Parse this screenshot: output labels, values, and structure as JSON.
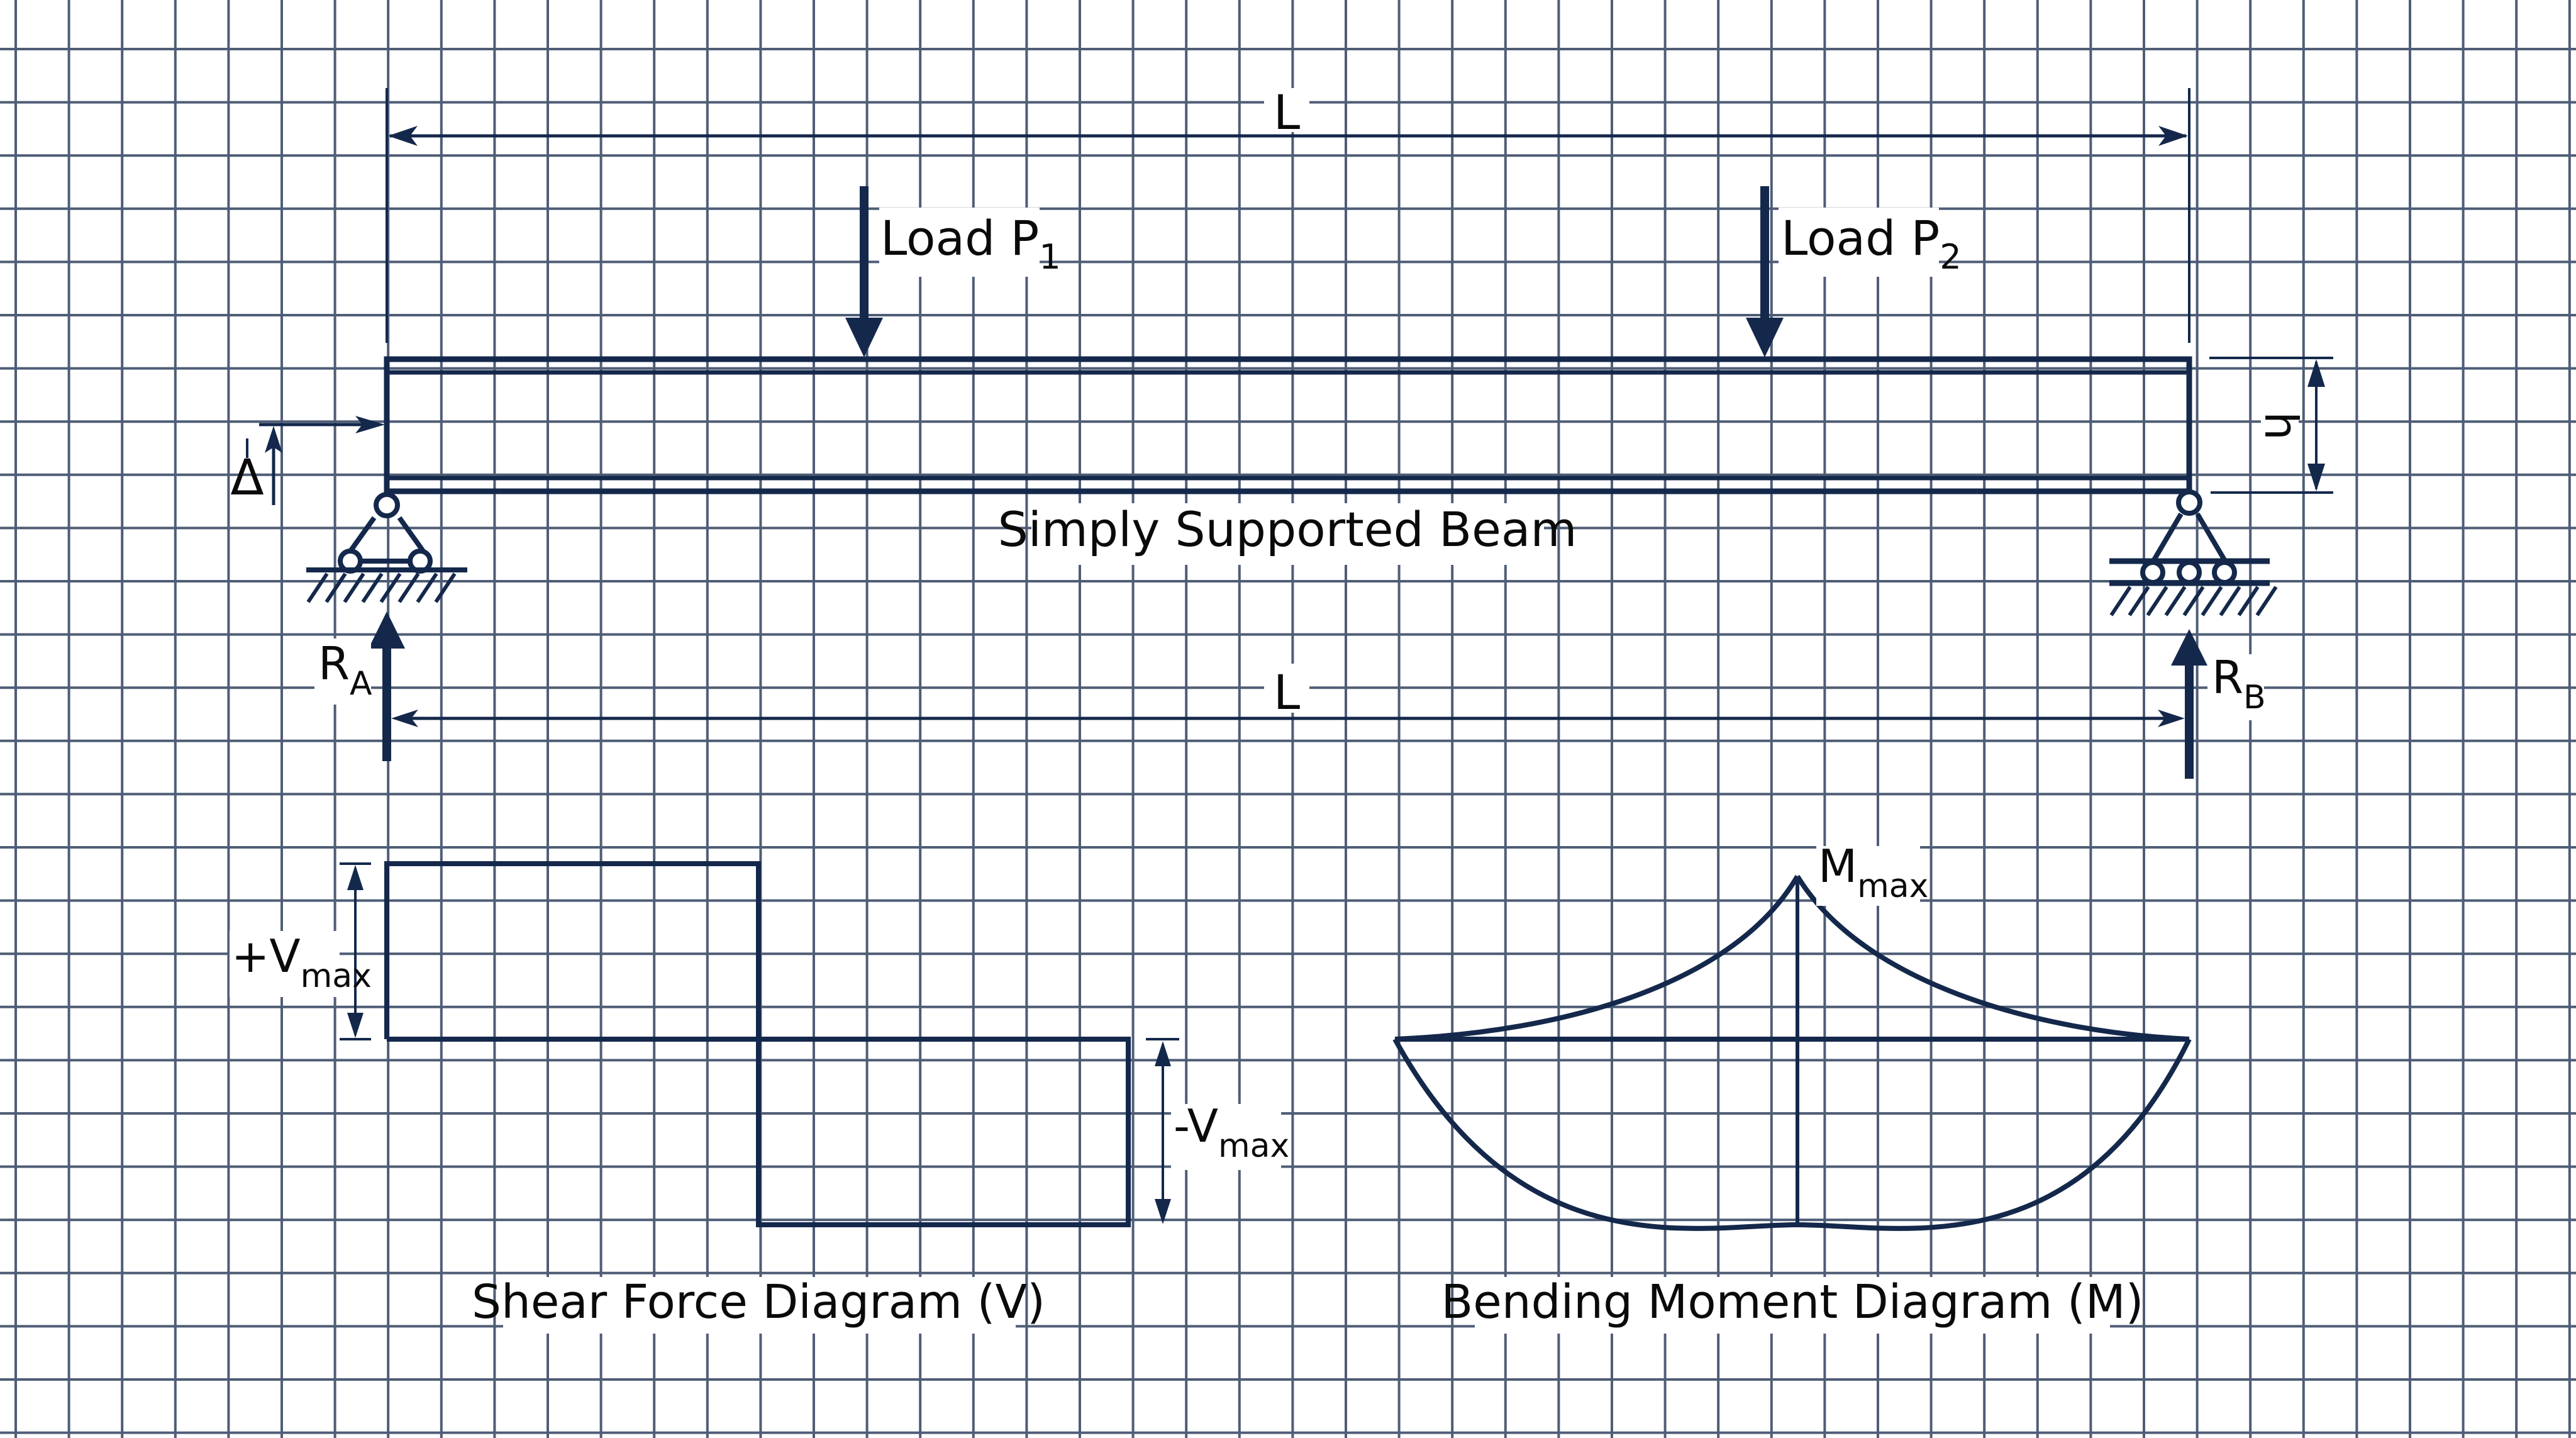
{
  "colors": {
    "background": "#ffffff",
    "grid": "#4f5d76",
    "ink": "#14284b",
    "text": "#0a0a0a"
  },
  "beam": {
    "title": "Simply Supported Beam",
    "span_label_top": "L",
    "span_label_bottom": "L",
    "height_label": "h",
    "deflection_symbol": "Δ",
    "loads": [
      {
        "label": "Load P",
        "subscript": "1",
        "position_fraction": 0.265
      },
      {
        "label": "Load P",
        "subscript": "2",
        "position_fraction": 0.765
      }
    ],
    "supports": [
      {
        "type": "pin",
        "reaction_label": "R",
        "reaction_subscript": "A"
      },
      {
        "type": "roller",
        "reaction_label": "R",
        "reaction_subscript": "B"
      }
    ]
  },
  "shear_diagram": {
    "title": "Shear Force Diagram (V)",
    "positive_label": "+V",
    "positive_subscript": "max",
    "negative_label": "-V",
    "negative_subscript": "max",
    "positive_width_fraction": 0.206,
    "negative_width_fraction": 0.206
  },
  "moment_diagram": {
    "title": "Bending Moment Diagram (M)",
    "peak_label": "M",
    "peak_subscript": "max"
  }
}
